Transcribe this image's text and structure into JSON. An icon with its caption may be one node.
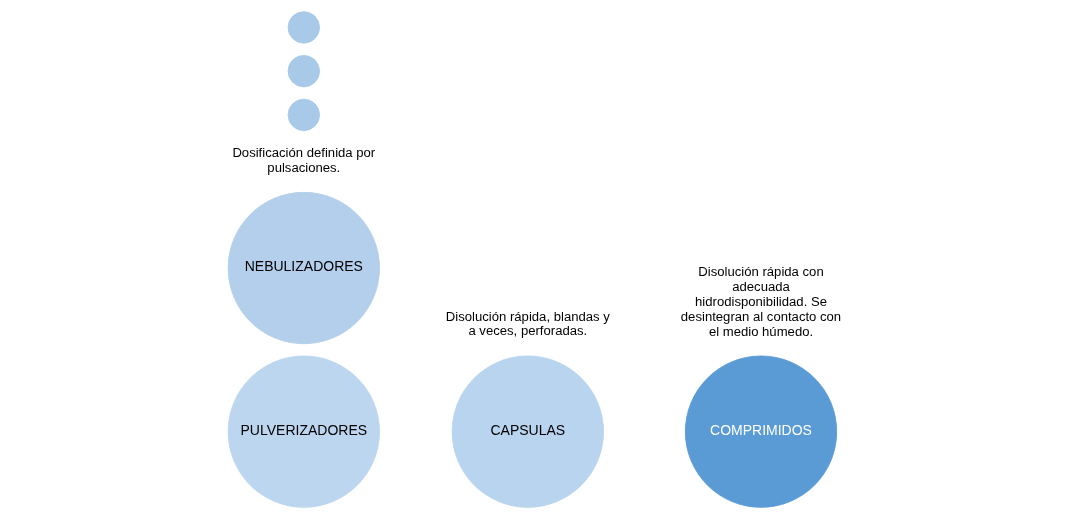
{
  "diagram": {
    "nodes": [
      {
        "text": [
          "PULVERIZADORES"
        ]
      },
      {
        "text": [
          "NEBULIZADORES"
        ],
        "beside": [
          "Dosificación definida por pulsaciones."
        ]
      },
      {
        "text": [],
        "shape": "circle"
      },
      {
        "text": [],
        "shape": "circle"
      },
      {
        "text": [],
        "shape": "circle"
      },
      {
        "text": [
          "CAPSULAS"
        ],
        "beside": [
          "Disolución rápida, blandas y a veces, perforadas."
        ]
      },
      {
        "text": [
          "COMPRIMIDOS"
        ],
        "beside": [
          "Disolución rápida con adecuada hidrodisponibilidad. Se desintegran al contacto con el medio húmedo."
        ]
      }
    ]
  }
}
